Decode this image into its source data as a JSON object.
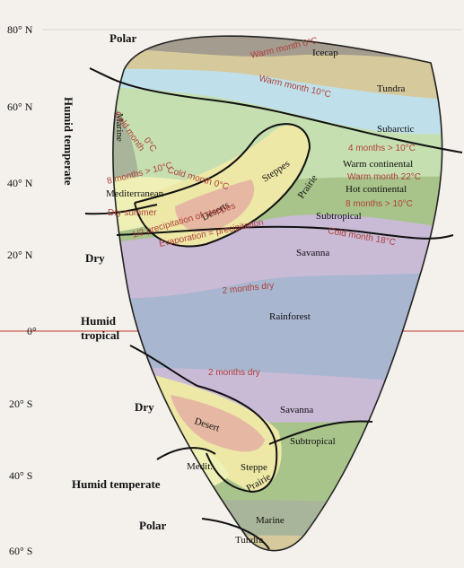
{
  "latitude_labels": [
    "80° N",
    "60° N",
    "40° N",
    "20° N",
    "0°",
    "20° S",
    "40° S",
    "60° S"
  ],
  "group_labels": {
    "polar_n": "Polar",
    "humid_temperate_n": "Humid temperate",
    "dry_n": "Dry",
    "humid_tropical": "Humid",
    "humid_tropical_2": "tropical",
    "dry_s": "Dry",
    "humid_temperate_s": "Humid temperate",
    "polar_s": "Polar"
  },
  "zone_labels": {
    "icecap": "Icecap",
    "tundra_n": "Tundra",
    "subarctic": "Subarctic",
    "warm_continental": "Warm continental",
    "hot_continental": "Hot continental",
    "subtropical_n": "Subtropical",
    "marine_n": "Marine",
    "mediterranean": "Mediterranean",
    "steppes": "Steppes",
    "prairie_n": "Prairie",
    "deserts": "Deserts",
    "savanna_n": "Savanna",
    "rainforest": "Rainforest",
    "savanna_s": "Savanna",
    "desert_s": "Desert",
    "subtropical_s": "Subtropical",
    "medit_s": "Medit.",
    "steppe_s": "Steppe",
    "prairie_s": "Prairie",
    "marine_s": "Marine",
    "tundra_s": "Tundra"
  },
  "boundary_labels": {
    "warm_month_0": "Warm month 0°C",
    "warm_month_10": "Warm month 10°C",
    "cold_month_0_a": "Cold month",
    "cold_month_0_b": "0°C",
    "four_months": "4 months > 10°C",
    "warm_month_22": "Warm month 22°C",
    "eight_months_w": "8 months > 10°C",
    "eight_months_e": "8 months > 10°C",
    "cold_month_0_c": "Cold month 0°C",
    "dry_summer": "Dry summer",
    "half_precip": "1/2 precipitation of steppes",
    "evap_precip": "Evaporation = precipitation",
    "cold_month_18": "Cold month 18°C",
    "two_months_dry_n": "2 months dry",
    "two_months_dry_s": "2 months dry"
  },
  "colors": {
    "polar": "#a49c8e",
    "tundra": "#d6c99b",
    "subarctic": "#bfe0ea",
    "continental": "#c5dfb0",
    "subtropical": "#a8c48a",
    "marine": "#a9b59a",
    "mediterranean": "#eef0b6",
    "steppe": "#ede8a6",
    "desert": "#e6b8a3",
    "savanna": "#c9bad6",
    "rainforest": "#a9b6cf",
    "boundary_text": "#b0403a",
    "equator": "#c0392b"
  }
}
